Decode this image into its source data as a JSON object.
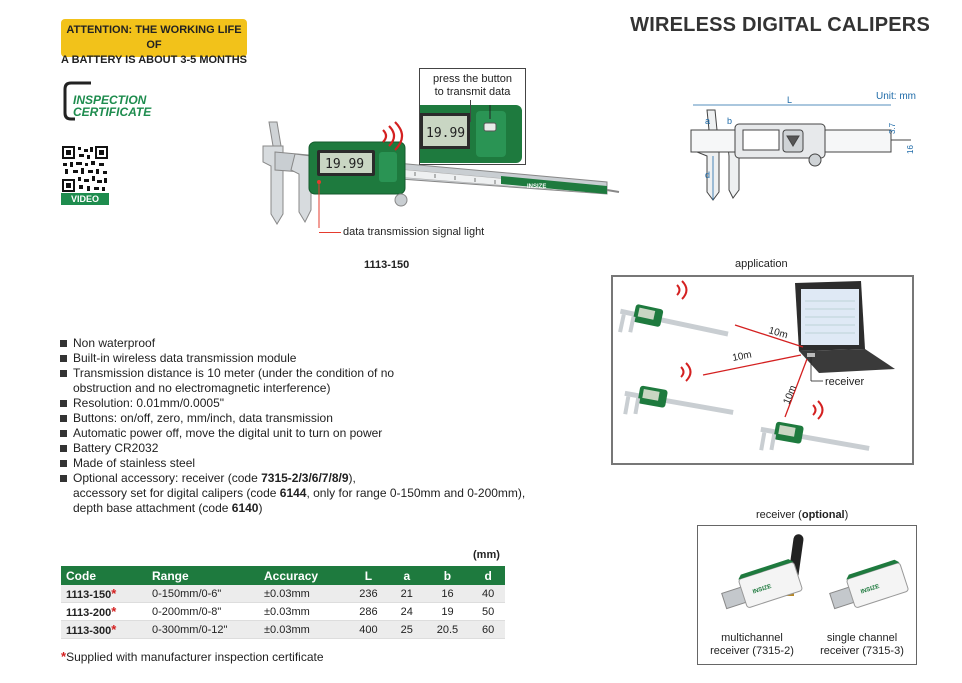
{
  "attention": {
    "line1": "ATTENTION: THE WORKING LIFE OF",
    "line2": "A BATTERY IS ABOUT 3-5 MONTHS"
  },
  "title": "WIRELESS DIGITAL CALIPERS",
  "certificate": {
    "line1": "INSPECTION",
    "line2": "CERTIFICATE"
  },
  "qr": {
    "label": "VIDEO"
  },
  "product": {
    "callout_line1": "press the button",
    "callout_line2": "to transmit data",
    "signal_light_label": "data transmission signal light",
    "model": "1113-150",
    "brand": "INSIZE",
    "display_value": "19.99"
  },
  "diagram": {
    "unit": "Unit: mm",
    "labels": {
      "L": "L",
      "a": "a",
      "b": "b",
      "d": "d",
      "dim1": "3.7",
      "dim2": "16"
    }
  },
  "application": {
    "label": "application",
    "distances": [
      "10m",
      "10m",
      "10m"
    ],
    "receiver_label": "receiver"
  },
  "features": [
    "Non waterproof",
    "Built-in wireless data transmission module",
    "Transmission distance is 10 meter (under the condition of no obstruction and no electromagnetic interference)",
    "Resolution: 0.01mm/0.0005\"",
    "Buttons: on/off, zero, mm/inch, data transmission",
    "Automatic power off, move the digital unit to turn on power",
    "Battery CR2032",
    "Made of stainless steel"
  ],
  "optional_accessory": {
    "p1": "Optional accessory: receiver (code ",
    "c1": "7315-2/3/6/7/8/9",
    "p2": "),",
    "p3": "accessory set for digital calipers (code ",
    "c2": "6144",
    "p4": ", only for range 0-150mm and 0-200mm),",
    "p5": "depth base attachment (code ",
    "c3": "6140",
    "p6": ")"
  },
  "table": {
    "unit": "(mm)",
    "headers": [
      "Code",
      "Range",
      "Accuracy",
      "L",
      "a",
      "b",
      "d"
    ],
    "rows": [
      {
        "code": "1113-150",
        "range": "0-150mm/0-6\"",
        "accuracy": "±0.03mm",
        "L": "236",
        "a": "21",
        "b": "16",
        "d": "40"
      },
      {
        "code": "1113-200",
        "range": "0-200mm/0-8\"",
        "accuracy": "±0.03mm",
        "L": "286",
        "a": "24",
        "b": "19",
        "d": "50"
      },
      {
        "code": "1113-300",
        "range": "0-300mm/0-12\"",
        "accuracy": "±0.03mm",
        "L": "400",
        "a": "25",
        "b": "20.5",
        "d": "60"
      }
    ],
    "star": "*"
  },
  "footnote": {
    "star": "*",
    "text": "Supplied with manufacturer inspection certificate"
  },
  "receiver": {
    "title_prefix": "receiver (",
    "title_bold": "optional",
    "title_suffix": ")",
    "multi_line1": "multichannel",
    "multi_line2": "receiver (7315-2)",
    "single_line1": "single channel",
    "single_line2": "receiver (7315-3)"
  },
  "colors": {
    "brand_green": "#1e7a3e",
    "attention_yellow": "#f2c21a",
    "star_red": "#d42020",
    "signal_red": "#d42020"
  }
}
